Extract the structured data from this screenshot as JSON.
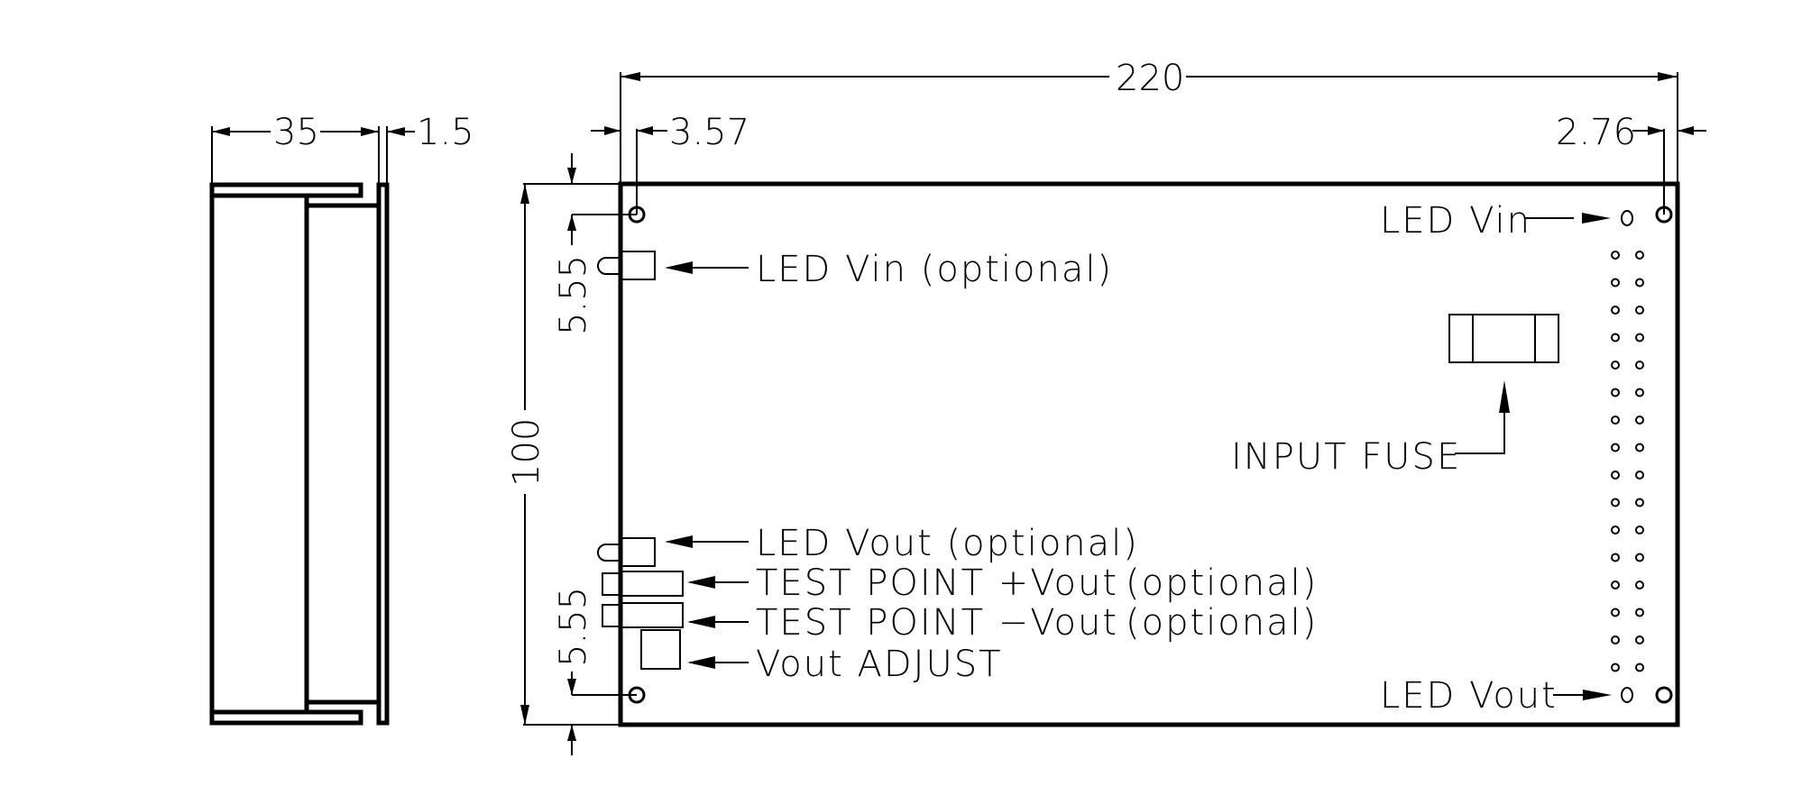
{
  "title": "DC/DC converter module mechanical drawing",
  "side_view": {
    "dims": {
      "depth": "35",
      "plate_thickness": "1.5"
    }
  },
  "top_view": {
    "dims": {
      "length": "220",
      "width": "100",
      "hole_offset_left": "3.57",
      "hole_offset_right": "2.76",
      "hole_offset_top": "5.55",
      "hole_offset_bottom": "5.55"
    },
    "labels": {
      "led_vin_optional": "LED Vin (optional)",
      "led_vout_optional": "LED Vout (optional)",
      "test_point_pos": "TEST POINT +Vout",
      "test_point_neg": "TEST POINT −Vout",
      "optional_1": "(optional)",
      "optional_2": "(optional)",
      "vout_adjust": "Vout ADJUST",
      "input_fuse": "INPUT FUSE",
      "led_vin": "LED Vin",
      "led_vout": "LED Vout"
    },
    "connector": {
      "rows": 16,
      "columns": 2
    }
  }
}
